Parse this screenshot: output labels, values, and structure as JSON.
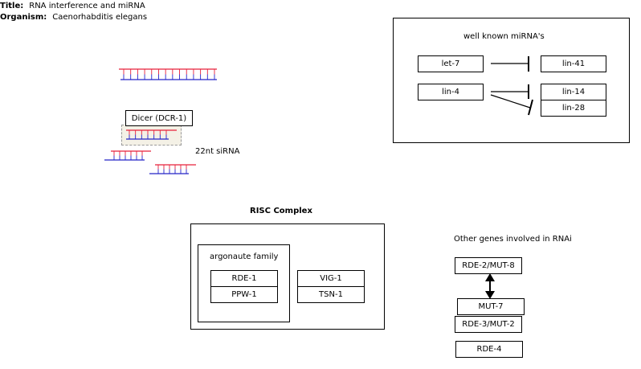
{
  "header": {
    "title_label": "Title:",
    "title_value": "RNA interference and miRNA",
    "organism_label": "Organism:",
    "organism_value": "Caenorhabditis elegans"
  },
  "dicer": {
    "label": "Dicer (DCR-1)",
    "sirna_label": "22nt siRNA"
  },
  "mirna_panel": {
    "title": "well known miRNA's",
    "genes": [
      "let-7",
      "lin-41",
      "lin-4",
      "lin-14",
      "lin-28"
    ]
  },
  "risc": {
    "title": "RISC Complex",
    "argonaute_title": "argonaute family",
    "argonaute_genes": [
      "RDE-1",
      "PPW-1"
    ],
    "other_genes": [
      "VIG-1",
      "TSN-1"
    ]
  },
  "other_genes": {
    "title": "Other genes involved in RNAi",
    "genes": [
      "RDE-2/MUT-8",
      "MUT-7",
      "RDE-3/MUT-2",
      "RDE-4"
    ]
  },
  "colors": {
    "sense_strand": "#e8203a",
    "antisense_strand": "#2424c8",
    "dicer_box_fill": "#f4f1e6",
    "dicer_box_border": "#999999"
  }
}
